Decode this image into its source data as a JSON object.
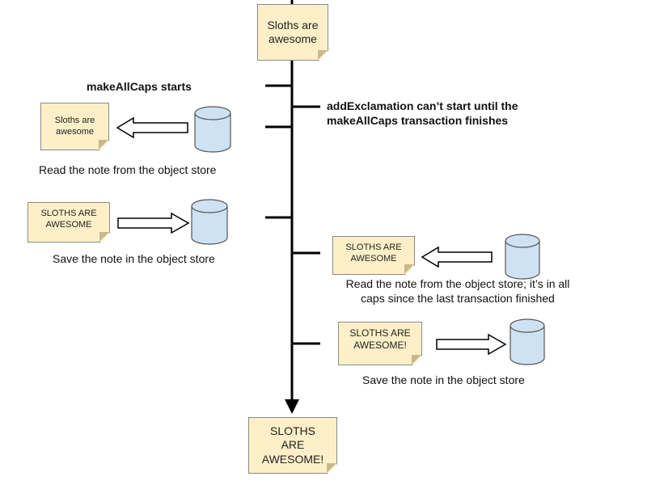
{
  "notes": {
    "top": [
      "Sloths are",
      "awesome"
    ],
    "left_read": [
      "Sloths are",
      "awesome"
    ],
    "left_save": [
      "SLOTHS ARE",
      "AWESOME"
    ],
    "right_read": [
      "SLOTHS ARE",
      "AWESOME"
    ],
    "right_save": [
      "SLOTHS ARE",
      "AWESOME!"
    ],
    "bottom": [
      "SLOTHS",
      "ARE",
      "AWESOME!"
    ]
  },
  "labels": {
    "make_all_caps": "makeAllCaps starts",
    "add_excl_line1": "addExclamation can’t start until the",
    "add_excl_line2": "makeAllCaps transaction finishes",
    "read_left": "Read the note from the object store",
    "save_left": "Save the note in the object store",
    "read_right_line1": "Read the note from the object store; it’s in all",
    "read_right_line2": "caps since the last transaction finished",
    "save_right": "Save the note in the object store"
  },
  "colors": {
    "note_fill": "#fdf0c8",
    "note_border": "#8a8a8a",
    "cylinder_fill": "#cfe2f3",
    "line": "#000000"
  }
}
